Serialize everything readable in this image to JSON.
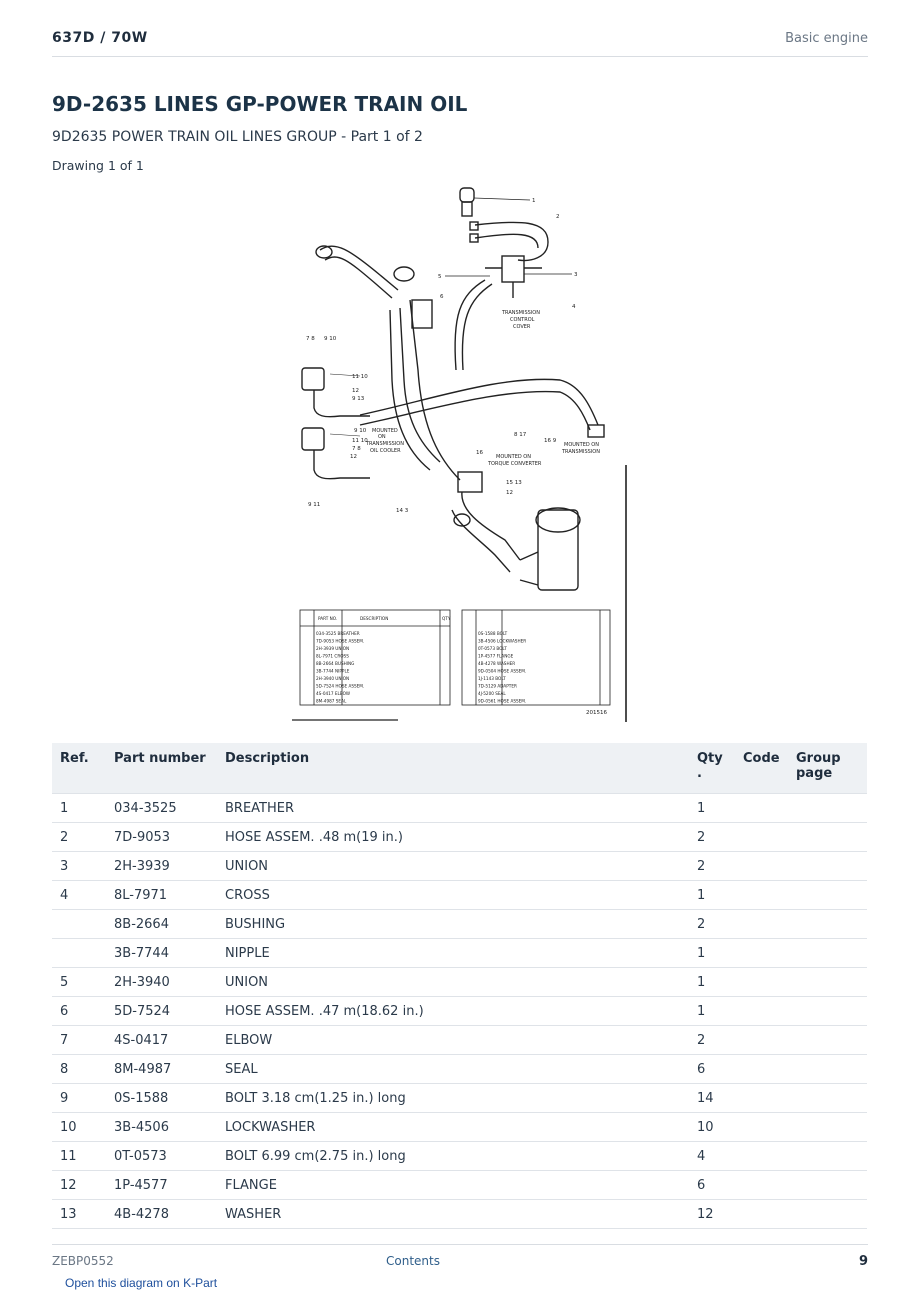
{
  "header": {
    "model": "637D  /  70W",
    "section": "Basic engine"
  },
  "title": "9D-2635 LINES GP-POWER TRAIN OIL",
  "subtitle": "9D2635 POWER TRAIN OIL LINES GROUP - Part 1 of 2",
  "drawing_label": "Drawing 1 of 1",
  "diagram": {
    "callouts": [
      "TRANSMISSION CONTROL COVER",
      "MOUNTED ON TRANSMISSION OIL COOLER",
      "MOUNTED ON TORQUE CONVERTER",
      "MOUNTED ON TRANSMISSION"
    ],
    "ref_numbers": [
      "1",
      "2",
      "3",
      "4",
      "5",
      "6",
      "7 8",
      "9 10",
      "11 10",
      "12",
      "9 13",
      "9 10",
      "11 10",
      "7 8",
      "12",
      "8 17",
      "16 9",
      "16",
      "15 13",
      "12",
      "14 3",
      "9 11"
    ],
    "drawing_code": "201516",
    "legend_left": [
      "034-3525 BREATHER",
      "7D-9053 HOSE ASSEM.",
      "2H-3939 UNION",
      "8L-7971 CROSS",
      "8B-2664 BUSHING",
      "3B-7744 NIPPLE",
      "2H-3940 UNION",
      "5D-7524 HOSE ASSEM.",
      "4S-0417 ELBOW",
      "8M-4987 SEAL"
    ],
    "legend_right": [
      "0S-1588 BOLT",
      "3B-4506 LOCKWASHER",
      "0T-0573 BOLT",
      "1P-4577 FLANGE",
      "4B-4278 WASHER",
      "9D-0504 HOSE ASSEM.",
      "1J-1143 BOLT",
      "7D-5129 ADAPTER",
      "4J-5200 SEAL",
      "9D-0561 HOSE ASSEM."
    ]
  },
  "table": {
    "headers": [
      "Ref.",
      "Part number",
      "Description",
      "Qty .",
      "Code",
      "Group page"
    ],
    "rows": [
      [
        "1",
        "034-3525",
        "BREATHER",
        "1",
        "",
        ""
      ],
      [
        "2",
        "7D-9053",
        "HOSE ASSEM. .48 m(19 in.)",
        "2",
        "",
        ""
      ],
      [
        "3",
        "2H-3939",
        "UNION",
        "2",
        "",
        ""
      ],
      [
        "4",
        "8L-7971",
        "CROSS",
        "1",
        "",
        ""
      ],
      [
        "",
        "8B-2664",
        "BUSHING",
        "2",
        "",
        ""
      ],
      [
        "",
        "3B-7744",
        "NIPPLE",
        "1",
        "",
        ""
      ],
      [
        "5",
        "2H-3940",
        "UNION",
        "1",
        "",
        ""
      ],
      [
        "6",
        "5D-7524",
        "HOSE ASSEM. .47 m(18.62 in.)",
        "1",
        "",
        ""
      ],
      [
        "7",
        "4S-0417",
        "ELBOW",
        "2",
        "",
        ""
      ],
      [
        "8",
        "8M-4987",
        "SEAL",
        "6",
        "",
        ""
      ],
      [
        "9",
        "0S-1588",
        "BOLT 3.18 cm(1.25 in.) long",
        "14",
        "",
        ""
      ],
      [
        "10",
        "3B-4506",
        "LOCKWASHER",
        "10",
        "",
        ""
      ],
      [
        "11",
        "0T-0573",
        "BOLT 6.99 cm(2.75 in.) long",
        "4",
        "",
        ""
      ],
      [
        "12",
        "1P-4577",
        "FLANGE",
        "6",
        "",
        ""
      ],
      [
        "13",
        "4B-4278",
        "WASHER",
        "12",
        "",
        ""
      ]
    ]
  },
  "footer": {
    "doc_id": "ZEBP0552",
    "contents": "Contents",
    "page": "9"
  },
  "kpart_link": "Open this diagram on K-Part"
}
